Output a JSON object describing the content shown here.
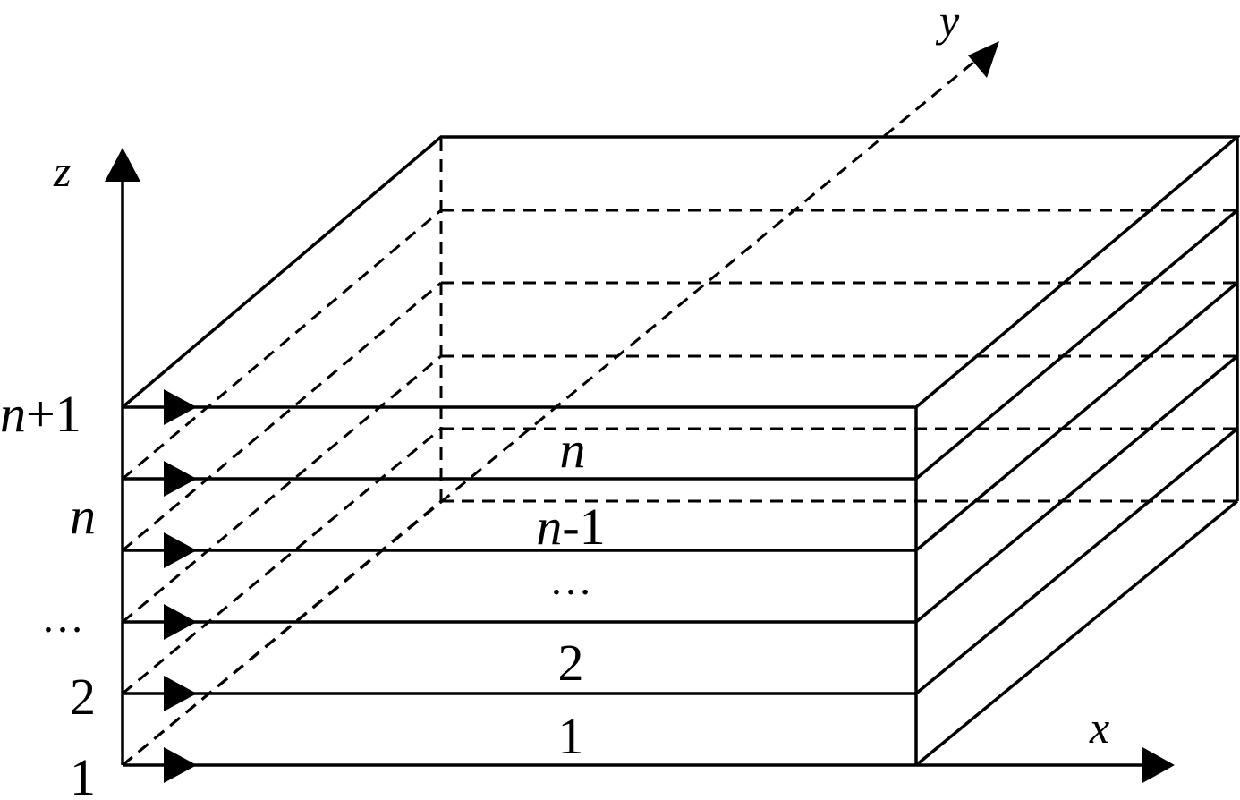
{
  "axes": {
    "x_label": "x",
    "y_label": "y",
    "z_label": "z"
  },
  "interface_labels": {
    "top": {
      "var": "n",
      "suffix": "+1"
    },
    "second": {
      "var": "n",
      "suffix": ""
    },
    "middle": {
      "text": "…"
    },
    "fourth": {
      "text": "2"
    },
    "bottom": {
      "text": "1"
    }
  },
  "layer_labels": {
    "top": {
      "var": "n",
      "suffix": ""
    },
    "second": {
      "var": "n",
      "suffix": "-1"
    },
    "middle": {
      "text": "…"
    },
    "fourth": {
      "text": "2"
    },
    "bottom": {
      "text": "1"
    }
  }
}
